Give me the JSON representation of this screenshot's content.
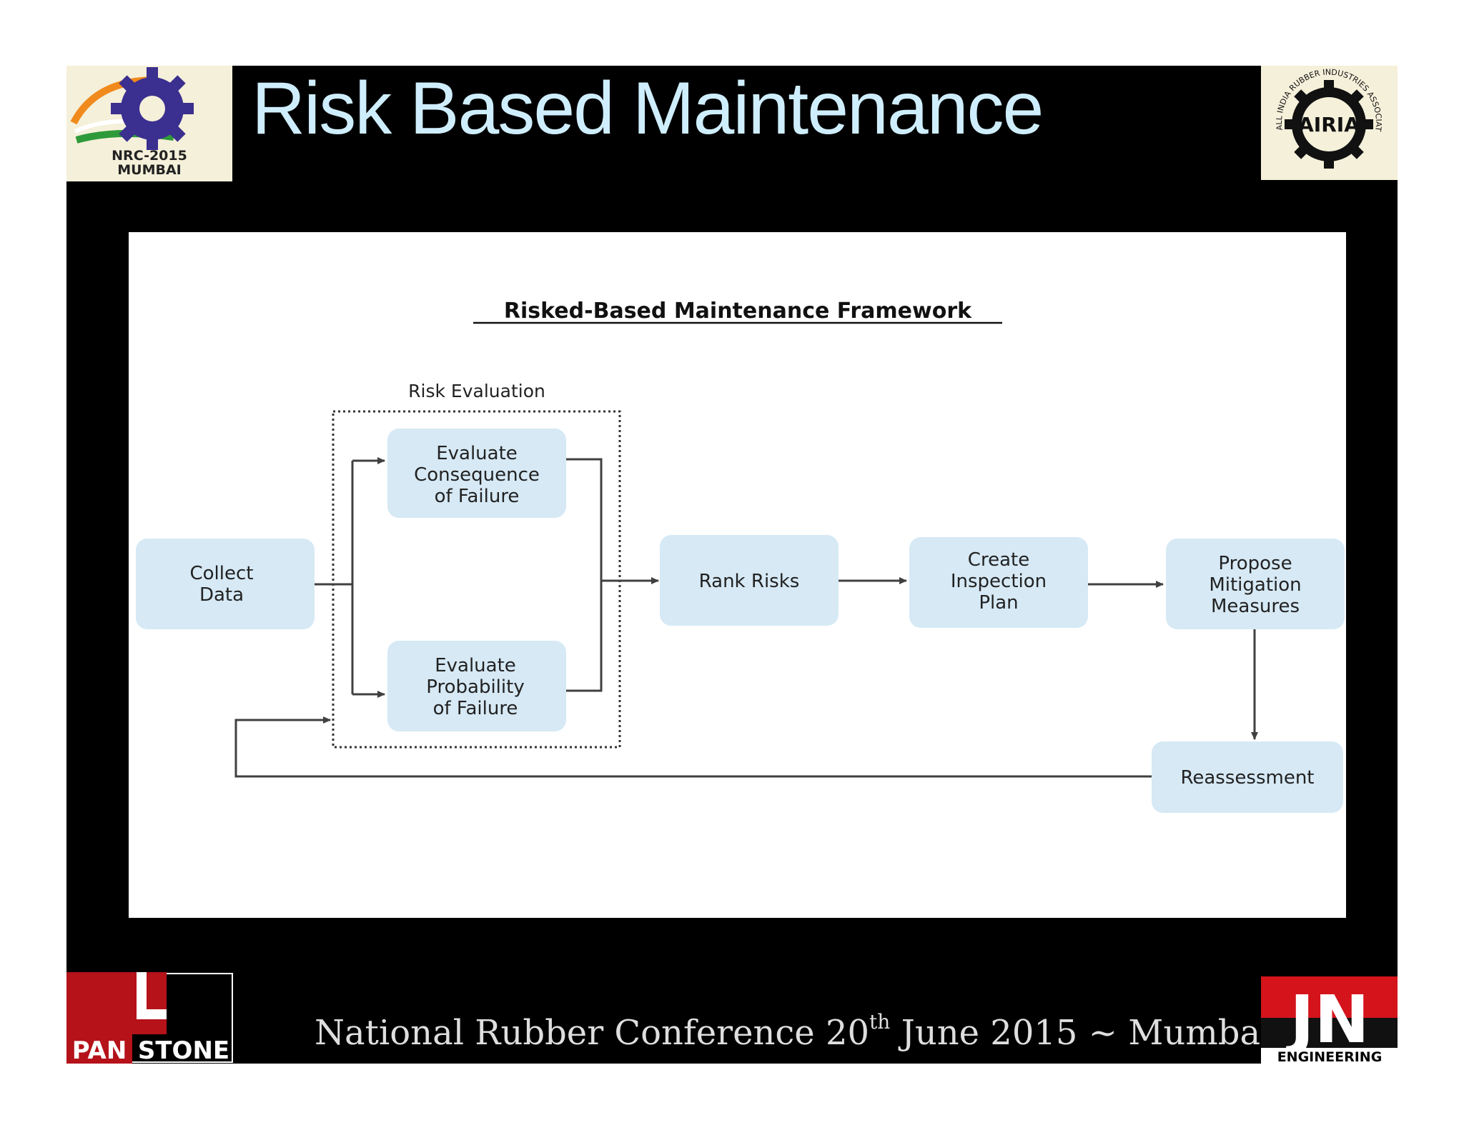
{
  "slide": {
    "title": "Risk Based Maintenance",
    "footer": {
      "text_before": "National Rubber Conference 20",
      "superscript": "th",
      "text_after": " June 2015 ~ Mumbai"
    }
  },
  "logos": {
    "nrc": {
      "line1": "NRC-2015",
      "line2": "MUMBAI"
    },
    "airia": {
      "center": "AIRIA",
      "ring": "ALL INDIA RUBBER INDUSTRIES ASSOCIATION"
    },
    "panstone": {
      "left": "PAN",
      "right": "STONE"
    },
    "jn": {
      "mark": "JN",
      "sub": "ENGINEERING"
    }
  },
  "diagram": {
    "heading": "Risked-Based Maintenance Framework",
    "group_label": "Risk Evaluation",
    "nodes": {
      "collect_data": [
        "Collect",
        "Data"
      ],
      "evaluate_consequence": [
        "Evaluate",
        "Consequence",
        "of Failure"
      ],
      "evaluate_probability": [
        "Evaluate",
        "Probability",
        "of Failure"
      ],
      "rank_risks": [
        "Rank Risks"
      ],
      "create_inspection_plan": [
        "Create",
        "Inspection",
        "Plan"
      ],
      "propose_mitigation": [
        "Propose",
        "Mitigation",
        "Measures"
      ],
      "reassessment": [
        "Reassessment"
      ]
    }
  },
  "colors": {
    "slide_background": "#000000",
    "title_text": "#cfeefd",
    "node_fill": "#d6e9f5",
    "connector": "#404040",
    "logo_background": "#f5f0da",
    "brand_red": "#c4121a"
  }
}
